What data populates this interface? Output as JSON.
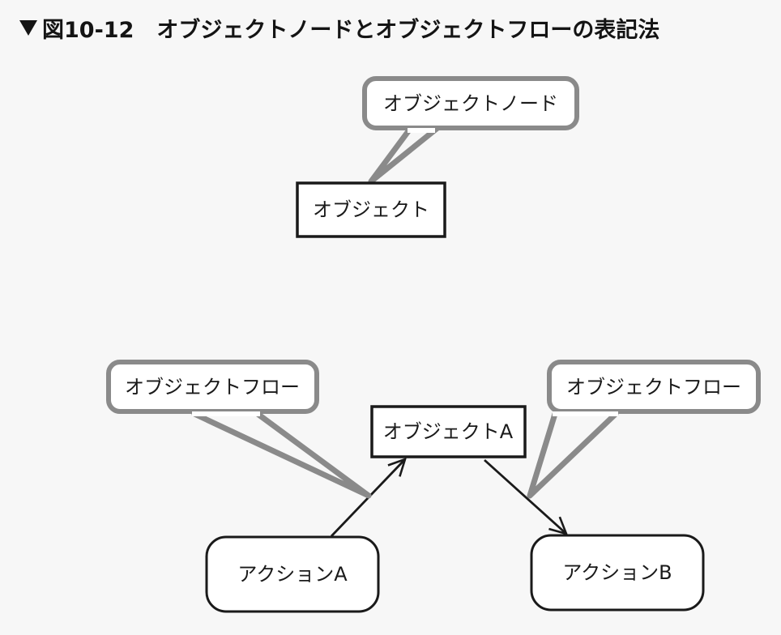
{
  "figure": {
    "marker": "▼",
    "number": "図10-12",
    "caption": "オブジェクトノードとオブジェクトフローの表記法"
  },
  "top": {
    "callout": "オブジェクトノード",
    "object_node": "オブジェクト"
  },
  "bottom": {
    "left_callout": "オブジェクトフロー",
    "right_callout": "オブジェクトフロー",
    "object_node": "オブジェクトA",
    "action_a": "アクションA",
    "action_b": "アクションB"
  },
  "colors": {
    "background": "#f7f7f7",
    "callout_stroke": "#8a8a8a",
    "callout_fill": "#ffffff",
    "node_stroke": "#1a1a1a",
    "text": "#1a1a1a"
  }
}
